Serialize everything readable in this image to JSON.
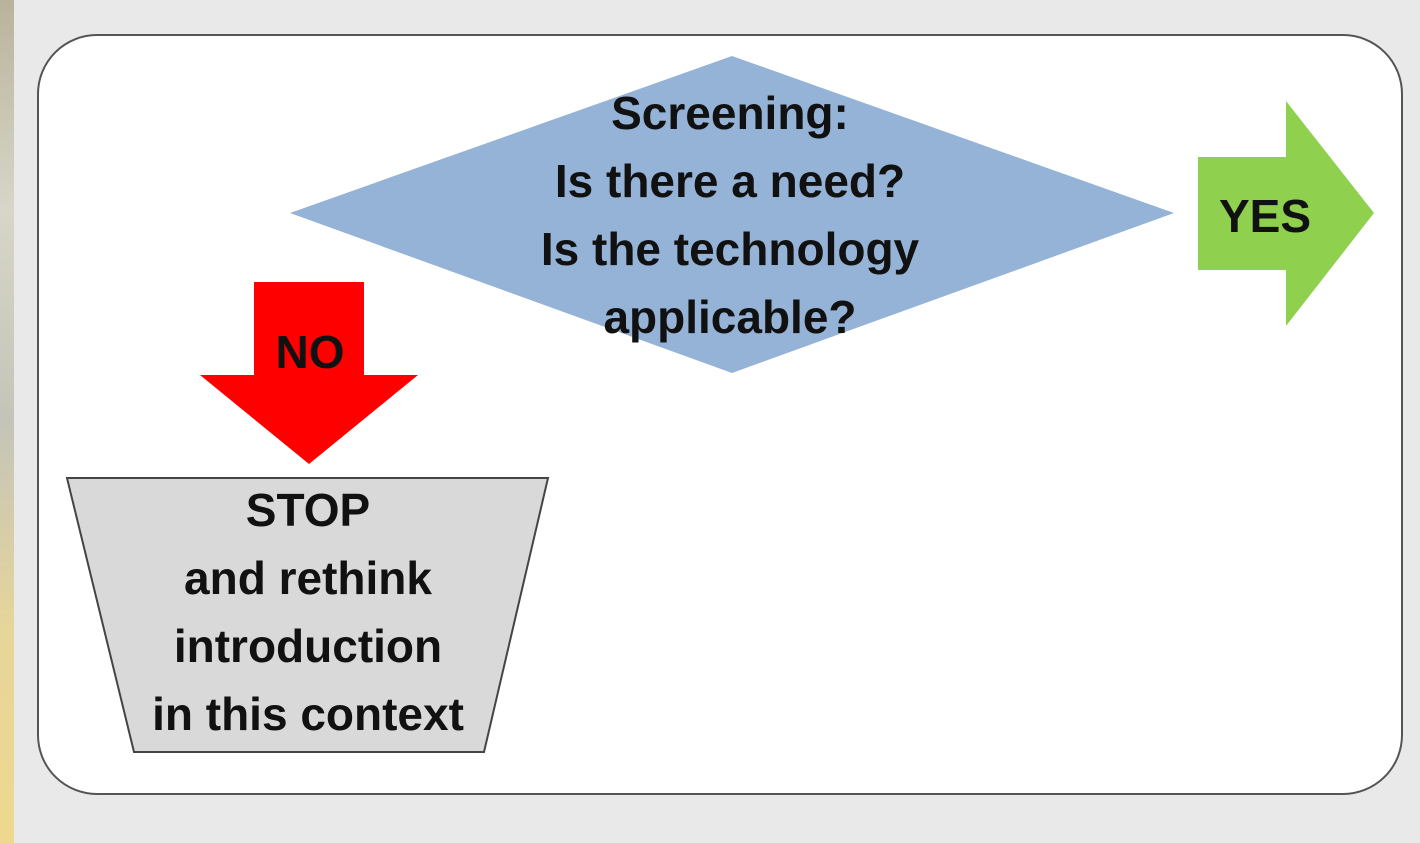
{
  "decision": {
    "text": "Screening:\nIs there a need?\nIs the technology\napplicable?",
    "color": "#95b3d7"
  },
  "yes_branch": {
    "label": "YES",
    "color": "#8fd14f"
  },
  "no_branch": {
    "label": "NO",
    "color": "#ff0000"
  },
  "stop_box": {
    "text": "STOP\nand rethink\nintroduction\nin this context",
    "color": "#d9d9d9"
  }
}
